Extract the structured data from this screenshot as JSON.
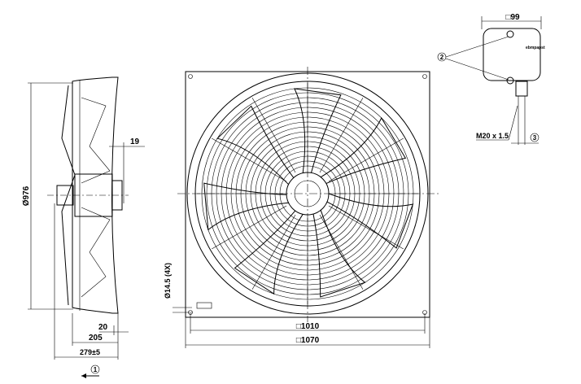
{
  "side_view": {
    "diameter_label": "Ø976",
    "dim_19": "19",
    "dim_20": "20",
    "dim_205": "205",
    "dim_279": "279±5",
    "callout_1": "1"
  },
  "front_view": {
    "hole_label": "Ø14.5 (4X)",
    "dim_1010": "□1010",
    "dim_1070": "□1070"
  },
  "junction_box": {
    "dim_99": "□99",
    "callout_2": "2",
    "callout_3": "3",
    "thread_label": "M20 x 1.5",
    "brand_mark": "ebmpapst"
  }
}
